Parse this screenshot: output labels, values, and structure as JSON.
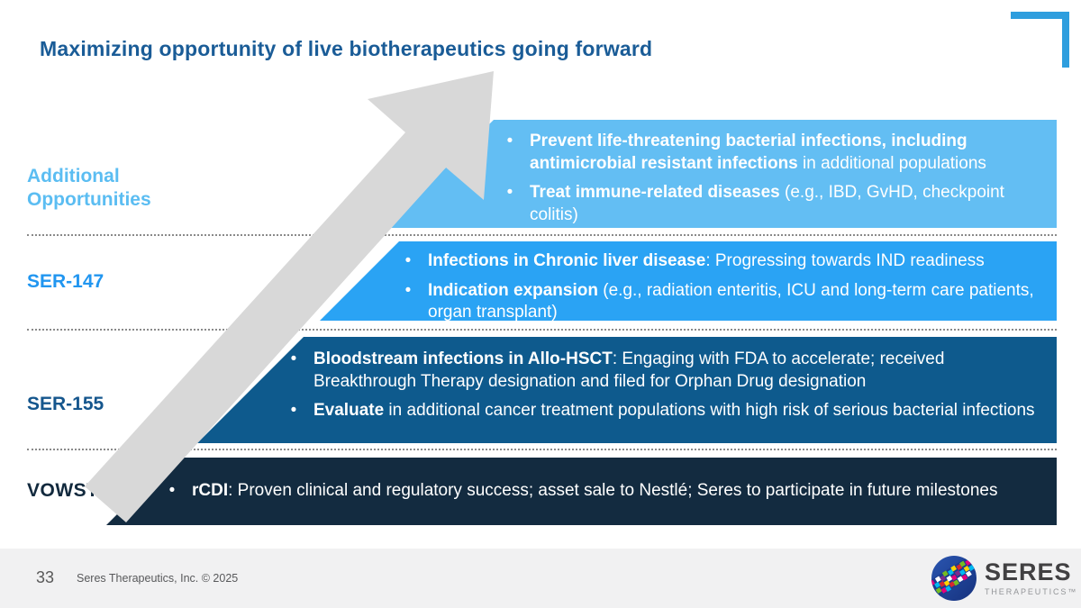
{
  "slide": {
    "title": "Maximizing opportunity of live biotherapeutics going forward"
  },
  "rows": [
    {
      "label": "Additional Opportunities",
      "bullets": [
        {
          "segments": [
            {
              "text": "Prevent life-threatening bacterial infections, including antimicrobial resistant infections",
              "bold": true
            },
            {
              "text": " in additional populations",
              "bold": false
            }
          ]
        },
        {
          "segments": [
            {
              "text": "Treat immune-related diseases",
              "bold": true
            },
            {
              "text": " (e.g., IBD, GvHD, checkpoint colitis)",
              "bold": false
            }
          ]
        }
      ]
    },
    {
      "label": "SER-147",
      "bullets": [
        {
          "segments": [
            {
              "text": "Infections in Chronic liver disease",
              "bold": true
            },
            {
              "text": ": Progressing towards IND readiness",
              "bold": false
            }
          ]
        },
        {
          "segments": [
            {
              "text": "Indication expansion",
              "bold": true
            },
            {
              "text": " (e.g., radiation enteritis, ICU and long-term care patients, organ transplant)",
              "bold": false
            }
          ]
        }
      ]
    },
    {
      "label": "SER-155",
      "bullets": [
        {
          "segments": [
            {
              "text": "Bloodstream infections in Allo-HSCT",
              "bold": true
            },
            {
              "text": ": Engaging with FDA to accelerate; received Breakthrough Therapy designation and filed for Orphan Drug designation",
              "bold": false
            }
          ]
        },
        {
          "segments": [
            {
              "text": "Evaluate",
              "bold": true
            },
            {
              "text": " in additional cancer treatment populations with high risk of serious bacterial infections",
              "bold": false
            }
          ]
        }
      ]
    },
    {
      "label": "VOWST",
      "bullets": [
        {
          "segments": [
            {
              "text": "rCDI",
              "bold": true
            },
            {
              "text": ":  Proven clinical and regulatory success; asset sale to Nestlé; Seres to participate in future milestones",
              "bold": false
            }
          ]
        }
      ]
    }
  ],
  "colors": {
    "title": "#1a5c97",
    "band_additional": "#63bef3",
    "band_ser147": "#2aa3f4",
    "band_ser155": "#0e5a8d",
    "band_vowst": "#132b40",
    "label_additional": "#5bbdf2",
    "label_ser147": "#2196f0",
    "label_ser155": "#15568d",
    "label_vowst": "#12293d",
    "arrow": "#d8d8d8",
    "accent_bracket": "#2e9ede"
  },
  "footer": {
    "page_number": "33",
    "copyright": "Seres Therapeutics, Inc. © 2025"
  },
  "logo": {
    "wordmark": "SERES",
    "subtext": "THERAPEUTICS™"
  }
}
